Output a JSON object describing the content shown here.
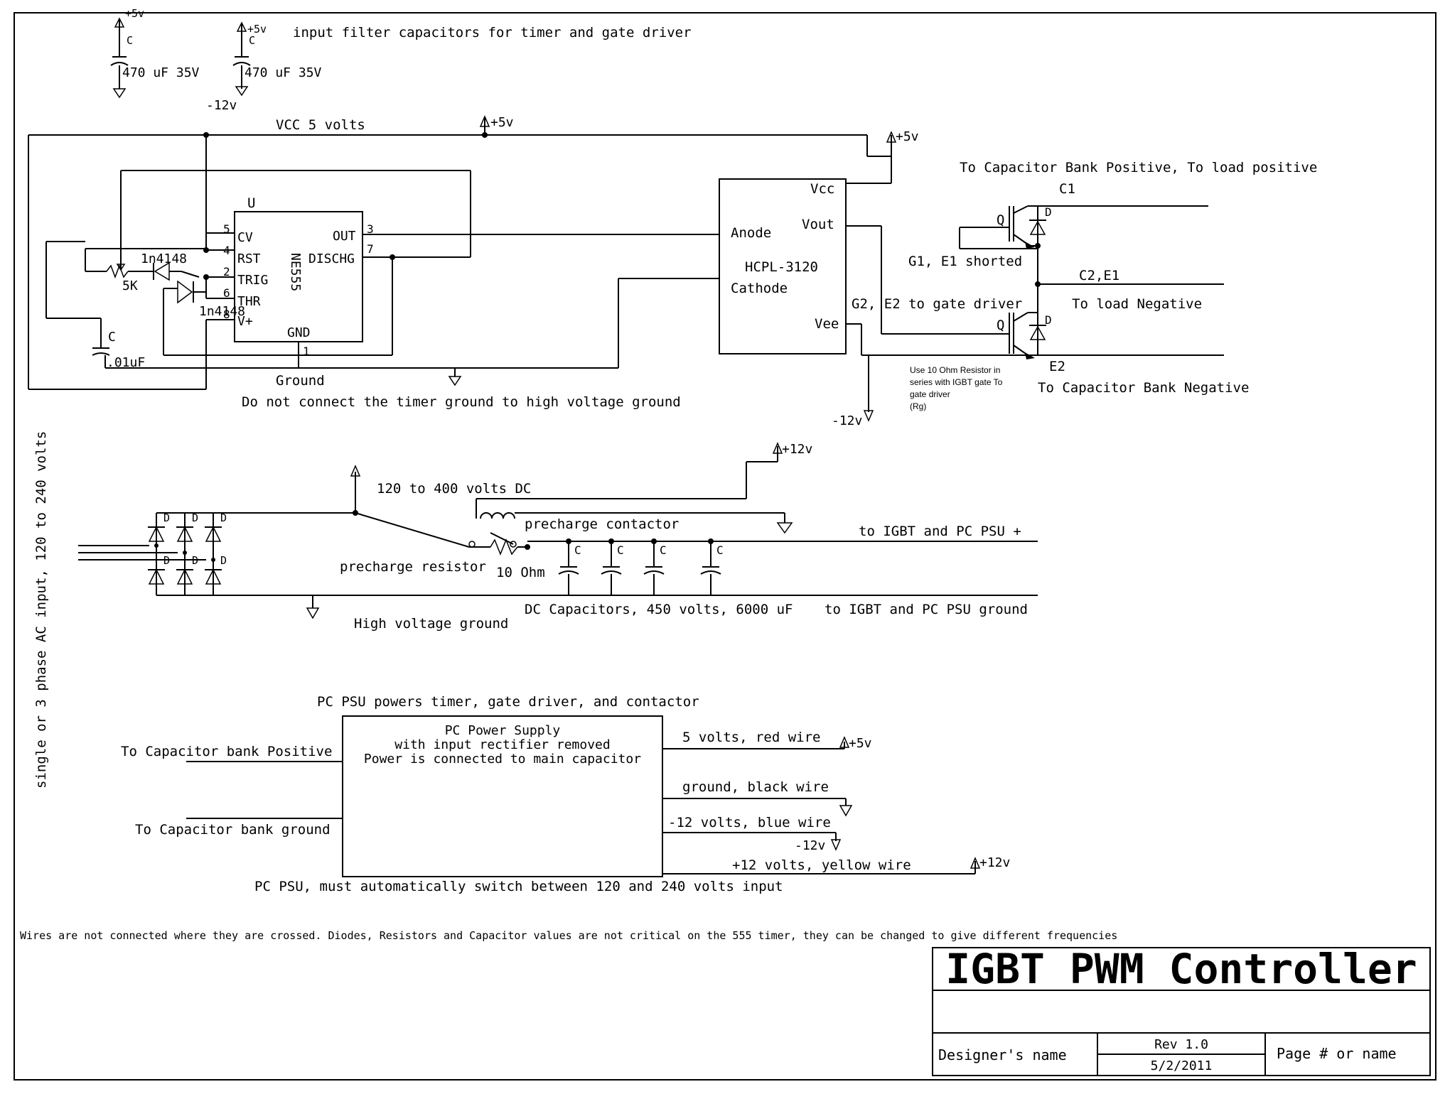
{
  "filter": {
    "cap1_name": "C",
    "cap1_value": "470 uF 35V",
    "cap1_rail": "+5v",
    "cap2_name": "C",
    "cap2_value": "470 uF 35V",
    "cap2_rail": "+5v",
    "cap2_neg": "-12v",
    "label": "input filter capacitors for timer and gate driver"
  },
  "timer": {
    "vcc_label": "VCC 5 volts",
    "rail_top": "+5v",
    "rail_right": "+5v",
    "chip_ref": "U",
    "chip_name": "NE555",
    "pins": {
      "cv": "CV",
      "rst": "RST",
      "trig": "TRIG",
      "thr": "THR",
      "vplus": "V+",
      "out": "OUT",
      "dischg": "DISCHG",
      "gnd": "GND",
      "n5": "5",
      "n4": "4",
      "n2": "2",
      "n6": "6",
      "n8": "8",
      "n3": "3",
      "n7": "7",
      "n1": "1"
    },
    "diode1": "1n4148",
    "diode2": "1n4148",
    "pot": "5K",
    "cap_name": "C",
    "cap_value": ".01uF",
    "ground_label": "Ground",
    "warning": "Do not connect the timer ground to high voltage ground"
  },
  "driver": {
    "name": "HCPL-3120",
    "vcc": "Vcc",
    "anode": "Anode",
    "vout": "Vout",
    "cathode": "Cathode",
    "vee": "Vee",
    "neg_rail": "-12v",
    "note_lines": [
      "Use 10 Ohm Resistor in",
      "series with IGBT gate To",
      "gate driver",
      "(Rg)"
    ]
  },
  "igbt": {
    "top_label": "To Capacitor Bank Positive, To load positive",
    "c1": "C1",
    "q1": "Q",
    "d1": "D",
    "g1e1": "G1, E1 shorted",
    "c2e1": "C2,E1",
    "load_neg": "To load Negative",
    "g2e2": "G2, E2 to gate driver",
    "q2": "Q",
    "d2": "D",
    "e2": "E2",
    "bottom_label": "To Capacitor Bank Negative"
  },
  "hv": {
    "ac_input": "single or 3 phase AC input, 120 to 240 volts",
    "diode_label": "D",
    "dc_label": "120 to 400 volts DC",
    "rail_12": "+12v",
    "contactor": "precharge contactor",
    "resistor": "precharge resistor",
    "resistor_value": "10 Ohm",
    "cap_label": "C",
    "to_igbt_pos": "to IGBT and PC PSU +",
    "caps_label": "DC Capacitors, 450 volts, 6000 uF",
    "to_igbt_gnd": "to IGBT and PC PSU ground",
    "hv_ground": "High voltage ground"
  },
  "psu": {
    "title": "PC PSU powers timer, gate driver, and contactor",
    "box_lines": [
      "PC Power Supply",
      "with input rectifier removed",
      "Power is connected to main capacitor"
    ],
    "in_pos": "To Capacitor bank Positive",
    "in_gnd": "To Capacitor bank ground",
    "out_5v": "5 volts, red wire",
    "rail_5v": "+5v",
    "out_gnd": "ground, black wire",
    "out_m12": "-12 volts, blue wire",
    "rail_m12": "-12v",
    "out_p12": "+12 volts, yellow wire",
    "rail_p12": "+12v",
    "footer": "PC PSU, must automatically switch between 120 and 240 volts input"
  },
  "note": "Wires are not connected where they are crossed. Diodes, Resistors and Capacitor values are not critical on the 555 timer,  they can be changed to give different frequencies",
  "titleblock": {
    "title": "IGBT PWM Controller",
    "designer": "Designer's name",
    "rev": "Rev 1.0",
    "date": "5/2/2011",
    "page": "Page # or name"
  }
}
